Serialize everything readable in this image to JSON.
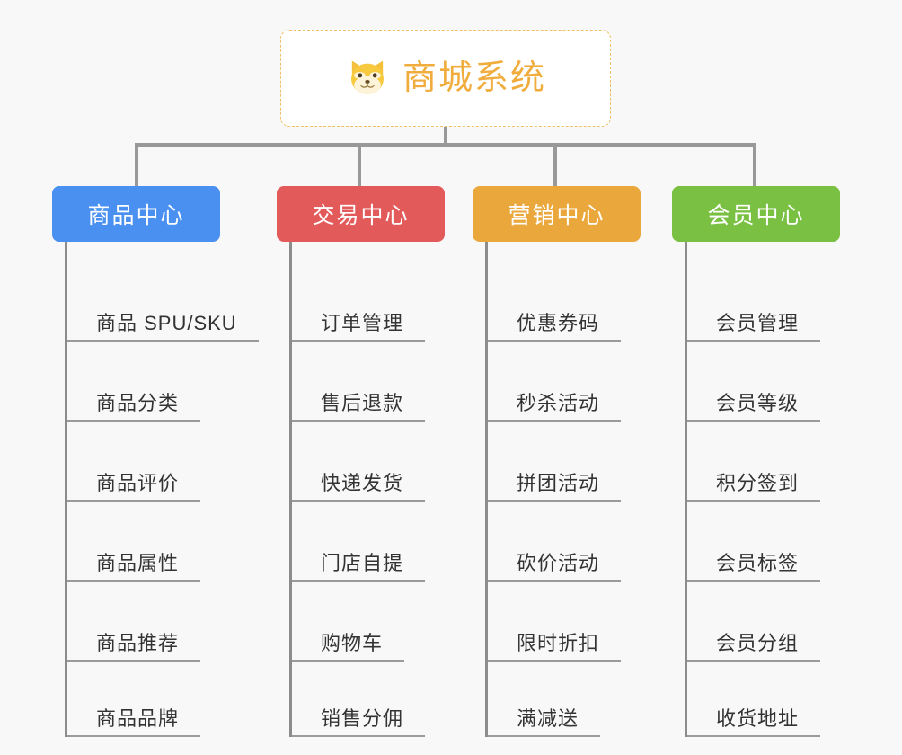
{
  "canvas": {
    "background": "#f8f8f8",
    "line_color": "#999999"
  },
  "root": {
    "title": "商城系统",
    "icon": "shiba-dog-face-icon",
    "text_color": "#f0ad3e",
    "border_color": "#f0c068",
    "background": "#ffffff"
  },
  "branches": [
    {
      "title": "商品中心",
      "color": "#4a90f0",
      "items": [
        "商品 SPU/SKU",
        "商品分类",
        "商品评价",
        "商品属性",
        "商品推荐",
        "商品品牌"
      ]
    },
    {
      "title": "交易中心",
      "color": "#e35a5a",
      "items": [
        "订单管理",
        "售后退款",
        "快递发货",
        "门店自提",
        "购物车",
        "销售分佣"
      ]
    },
    {
      "title": "营销中心",
      "color": "#eaa83c",
      "items": [
        "优惠券码",
        "秒杀活动",
        "拼团活动",
        "砍价活动",
        "限时折扣",
        "满减送"
      ]
    },
    {
      "title": "会员中心",
      "color": "#79c043",
      "items": [
        "会员管理",
        "会员等级",
        "积分签到",
        "会员标签",
        "会员分组",
        "收货地址"
      ]
    }
  ]
}
